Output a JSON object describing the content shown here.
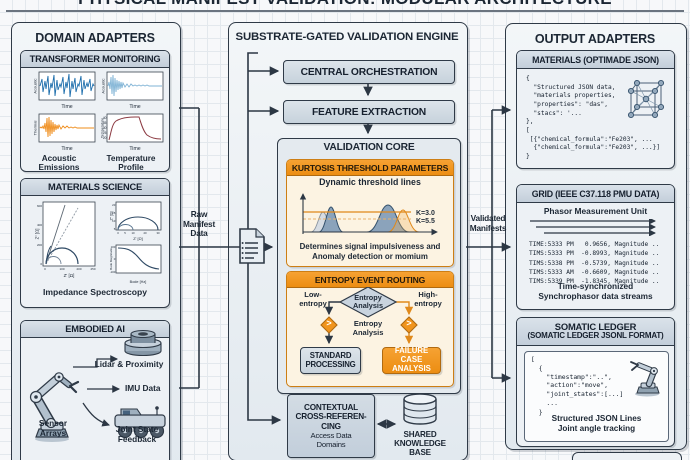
{
  "title": "PHYSICAL MANIFEST VALIDATION: MODULAR ARCHITECTURE",
  "colors": {
    "accent_orange": "#f0941d",
    "ink_navy": "#2c3744",
    "panel_cream": "#fcf3e2"
  },
  "flows": {
    "raw_label": "Raw\nManifest\nData",
    "validated_label": "Validated\nManifests"
  },
  "domain_adapters": {
    "header": "DOMAIN ADAPTERS",
    "transformer": {
      "header": "TRANSFORMER MONITORING",
      "acoustic1_ylabel": "Acoustic",
      "acoustic2_ylabel": "Acoustic",
      "thermal_ylabel": "Thermal",
      "temp_ylabel": "Temperature",
      "xlabel": "Time",
      "temp_ticks": {
        "t40": "40",
        "t35": "35",
        "t30": "30",
        "t25": "25",
        "t20": "20"
      },
      "caption_left": "Acoustic Emissions",
      "caption_right": "Temperature Profile"
    },
    "materials": {
      "header": "MATERIALS SCIENCE",
      "nyquist_ylabel": "Z'' [Ω]",
      "nyquist_xlabel": "Z' [Ω]",
      "bode_ylabel": "Bode Magnitude",
      "bode_xlabel": "Bode [Hz]",
      "caption": "Impedance Spectroscopy"
    },
    "embodied": {
      "header": "EMBODIED AI",
      "arm_label": "Sensor\nArrays",
      "lidar_label": "Lidar & Proximity",
      "imu_label": "IMU Data",
      "rover_label": "Joint State\nFeedback"
    }
  },
  "engine": {
    "header": "SUBSTRATE-GATED VALIDATION ENGINE",
    "central_orchestration": "CENTRAL ORCHESTRATION",
    "feature_extraction": "FEATURE EXTRACTION",
    "validation_core": "VALIDATION CORE",
    "kurtosis": {
      "header": "KURTOSIS THRESHOLD PARAMETERS",
      "subtitle": "Dynamic threshold lines",
      "k1": "K=3.0",
      "k2": "K=5.5",
      "caption": "Determines signal impulsiveness and\nAnomaly detection or momium"
    },
    "entropy": {
      "header": "ENTROPY EVENT ROUTING",
      "diamond_label": "Entropy\nAnalysis",
      "low_label": "Low-\nentropy",
      "high_label": "High-\nentropy",
      "center_label": "Entropy\nAnalysis",
      "gate_symbol": ">",
      "standard": "STANDARD\nPROCESSING",
      "failure": "FAILURE CASE\nANALYSIS"
    },
    "cross_referencing": {
      "title": "CONTEXTUAL\nCROSS-REFEREN-\nCING",
      "subtitle": "Access Data\nDomains"
    },
    "knowledge_base_label": "SHARED\nKNOWLEDGE\nBASE"
  },
  "output_adapters": {
    "header": "OUTPUT ADAPTERS",
    "materials_json": {
      "header": "MATERIALS (OPTIMADE JSON)",
      "code": "{\n  \"Structured JSON data,\n  \"materials properties,\n  \"properties\": \"das\",\n  \"stacs\": '...\n},\n[\n [{\"chemical_formula\":\"Fe203\", ...\n  {\"chemical_formula\":\"Fe203\", ...}]\n}"
    },
    "grid_pmu": {
      "header": "GRID (IEEE C37.118 PMU DATA)",
      "subtitle": "Phasor Measurement Unit",
      "data_lines": "TIME:5333 PM   0.9656, Magnitude ..\nTIMS:5333 PM  -0.8993, Magnitude ..\nTIMS:5338 PM  -0.5739, Magnitude ..\nTIMS:5333 AM  -0.6609, Magnitude ..\nTIMS:5339 PM  -1.8345, Magnitude ..",
      "caption": "Time-synchronized\nSynchrophasor data streams"
    },
    "somatic_ledger": {
      "header": "SOMATIC LEDGER",
      "subheader": "(SOMATIC LEDGER JSONL FORMAT)",
      "code": "[\n  {\n    \"timestamp\":\"..\",\n    \"action\":\"move\",\n    \"joint_states\":[...]\n    ...\n  }",
      "caption": "Structured JSON Lines\nJoint angle tracking"
    }
  }
}
